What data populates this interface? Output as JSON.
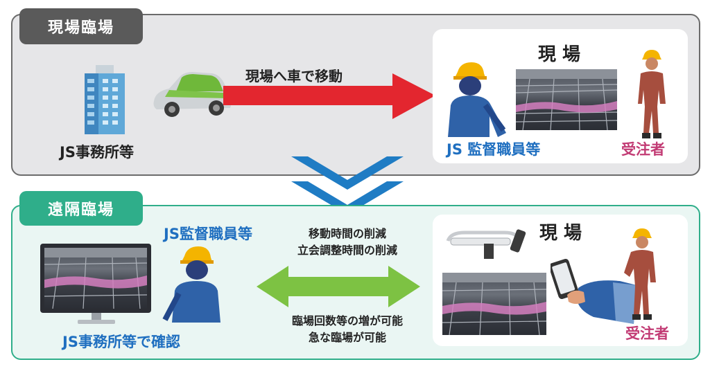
{
  "top": {
    "tab_label": "現場臨場",
    "office_label": "JS事務所等",
    "travel_label": "現場へ車で移動",
    "site_title": "現 場",
    "staff_label": "JS 監督職員等",
    "contractor_label": "受注者"
  },
  "bottom": {
    "tab_label": "遠隔臨場",
    "staff_label": "JS監督職員等",
    "office_label": "JS事務所等で確認",
    "benefit_1": "移動時間の削減",
    "benefit_2": "立会調整時間の削減",
    "benefit_3": "臨場回数等の増が可能",
    "benefit_4": "急な臨場が可能",
    "site_title": "現 場",
    "contractor_label": "受注者"
  },
  "colors": {
    "top_panel": "#e6e6e8",
    "bottom_panel": "#eaf6f3",
    "accent_green": "#2fae8a",
    "arrow_red": "#e3262f",
    "arrow_green": "#7dc243",
    "chevron_blue": "#1f7cc4",
    "text_blue": "#1f6fc0",
    "text_pink": "#c23b74"
  }
}
